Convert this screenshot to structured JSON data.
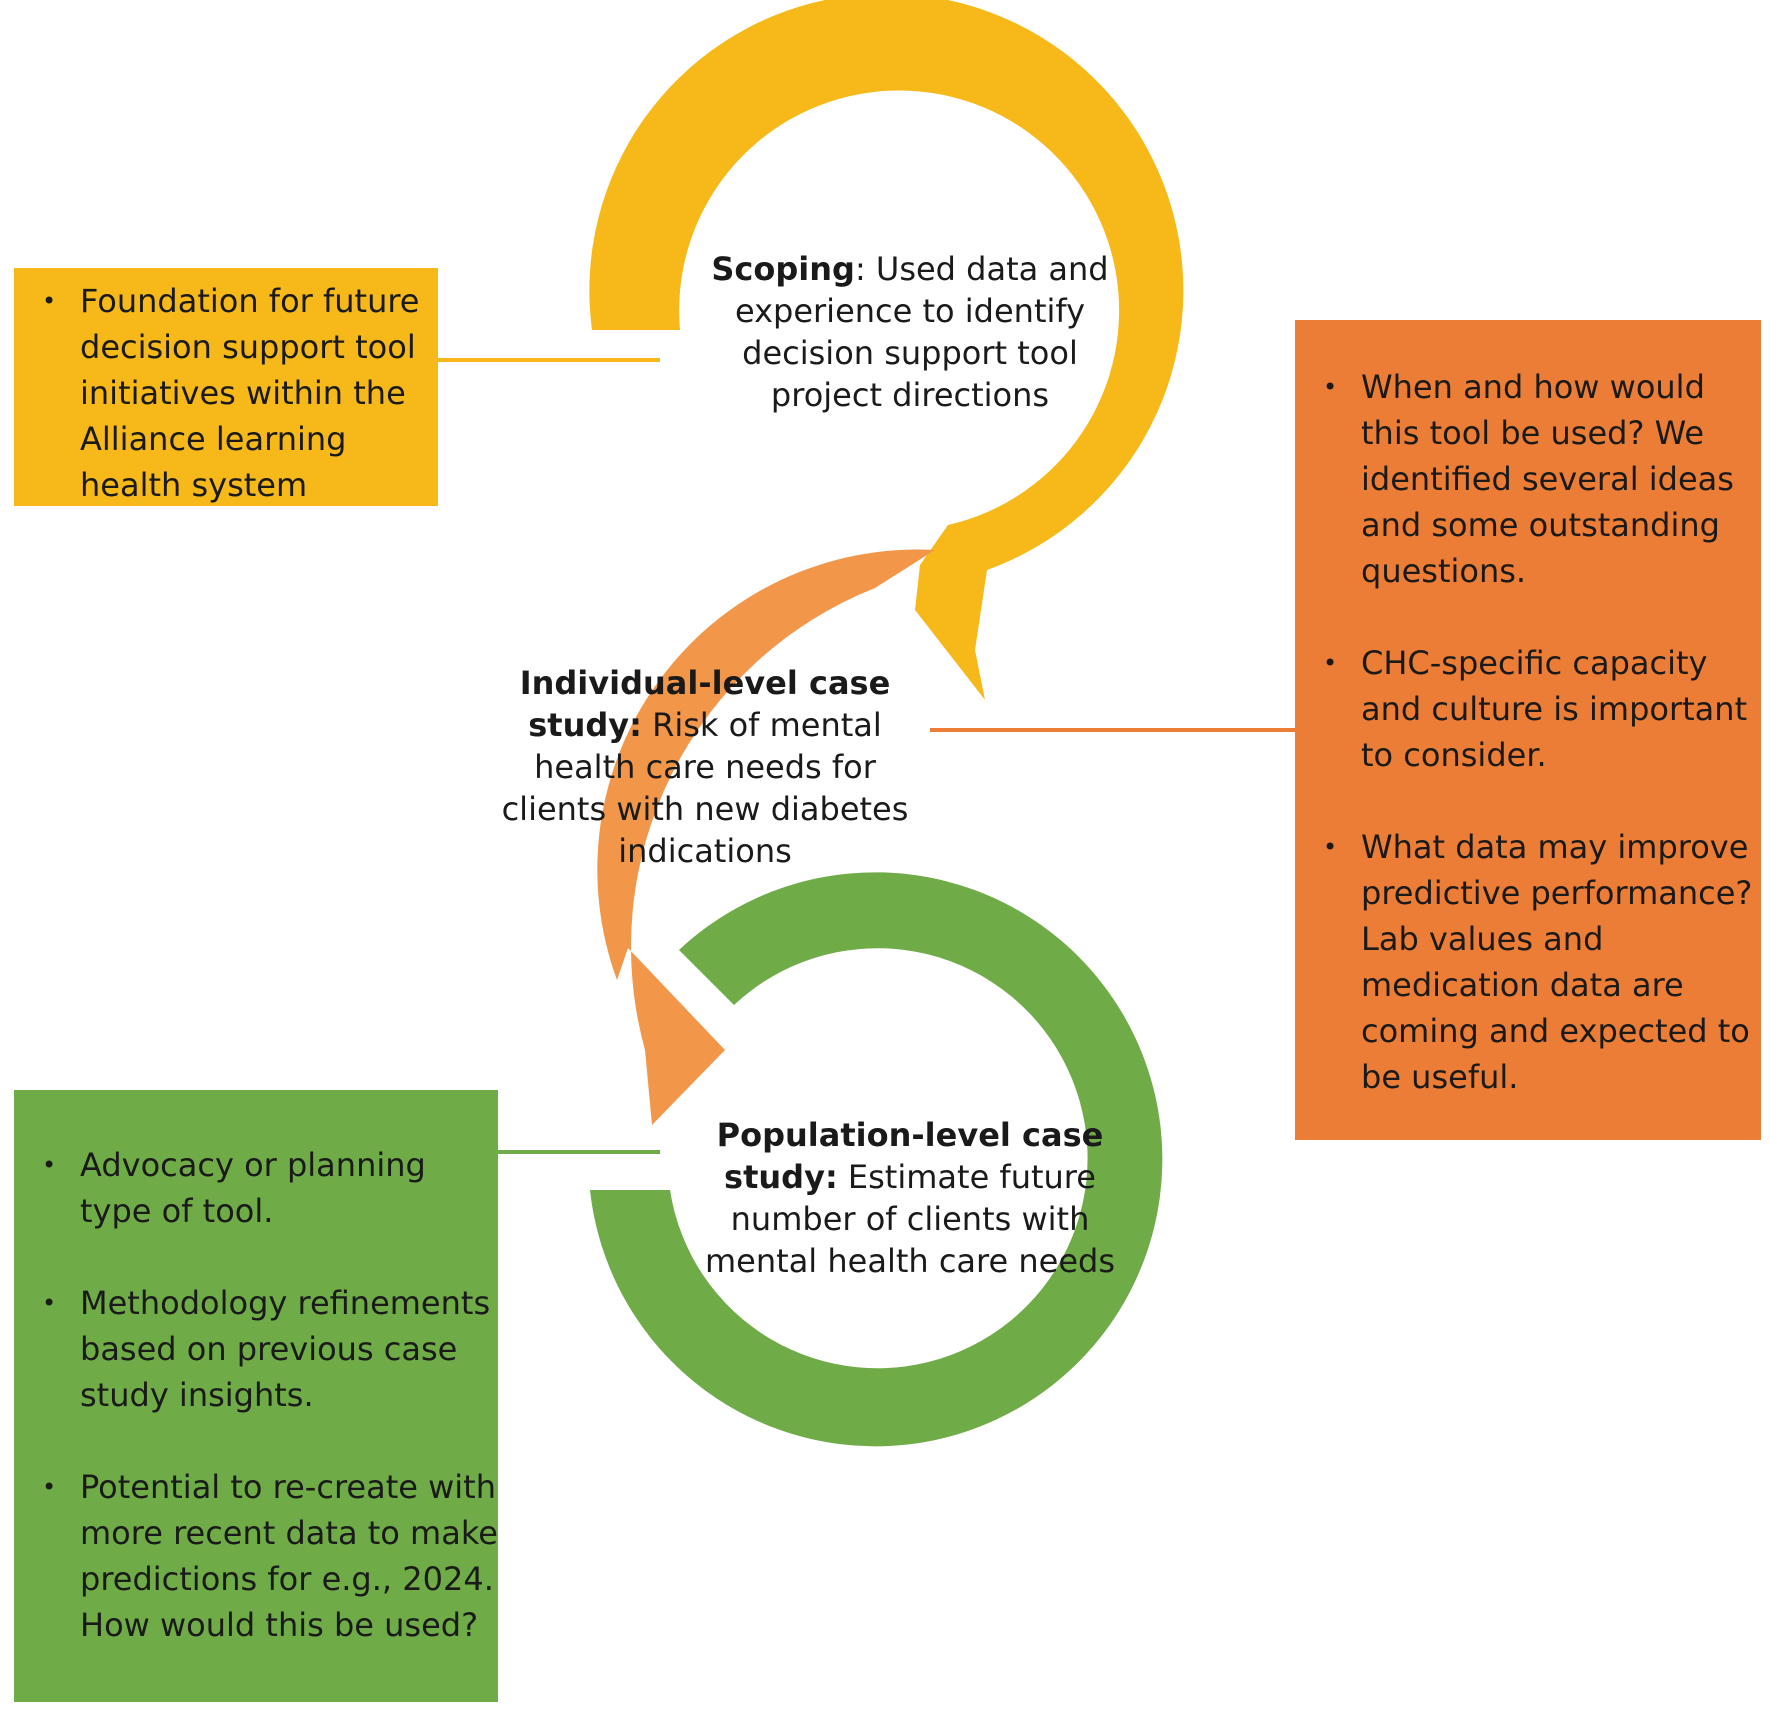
{
  "stages": [
    {
      "title": "Scoping",
      "sep": ": ",
      "text": "Used data and experience to identify decision support tool project directions"
    },
    {
      "title": "Individual-level case study:",
      "sep": " ",
      "text": "Risk of mental health care needs for clients with new diabetes indications"
    },
    {
      "title": "Population-level case study:",
      "sep": " ",
      "text": "Estimate future number of clients with mental health care needs"
    }
  ],
  "notes": {
    "scoping": [
      "Foundation for future decision support tool initiatives within the Alliance learning health system"
    ],
    "individual": [
      "When and how would this tool be used? We identified several ideas and some outstanding questions.",
      "CHC-specific capacity and culture is important to consider.",
      "What data may improve predictive performance? Lab values and medication data are coming and expected to be useful."
    ],
    "population": [
      "Advocacy or planning type of tool.",
      "Methodology refinements based on previous case study insights.",
      "Potential to re-create with more recent data to make predictions for e.g., 2024. How would this be used?"
    ]
  },
  "bullet": "•",
  "colors": {
    "yellow": "#f6b919",
    "orange": "#f2974a",
    "orange_box": "#ec7d36",
    "green": "#6fac47"
  }
}
